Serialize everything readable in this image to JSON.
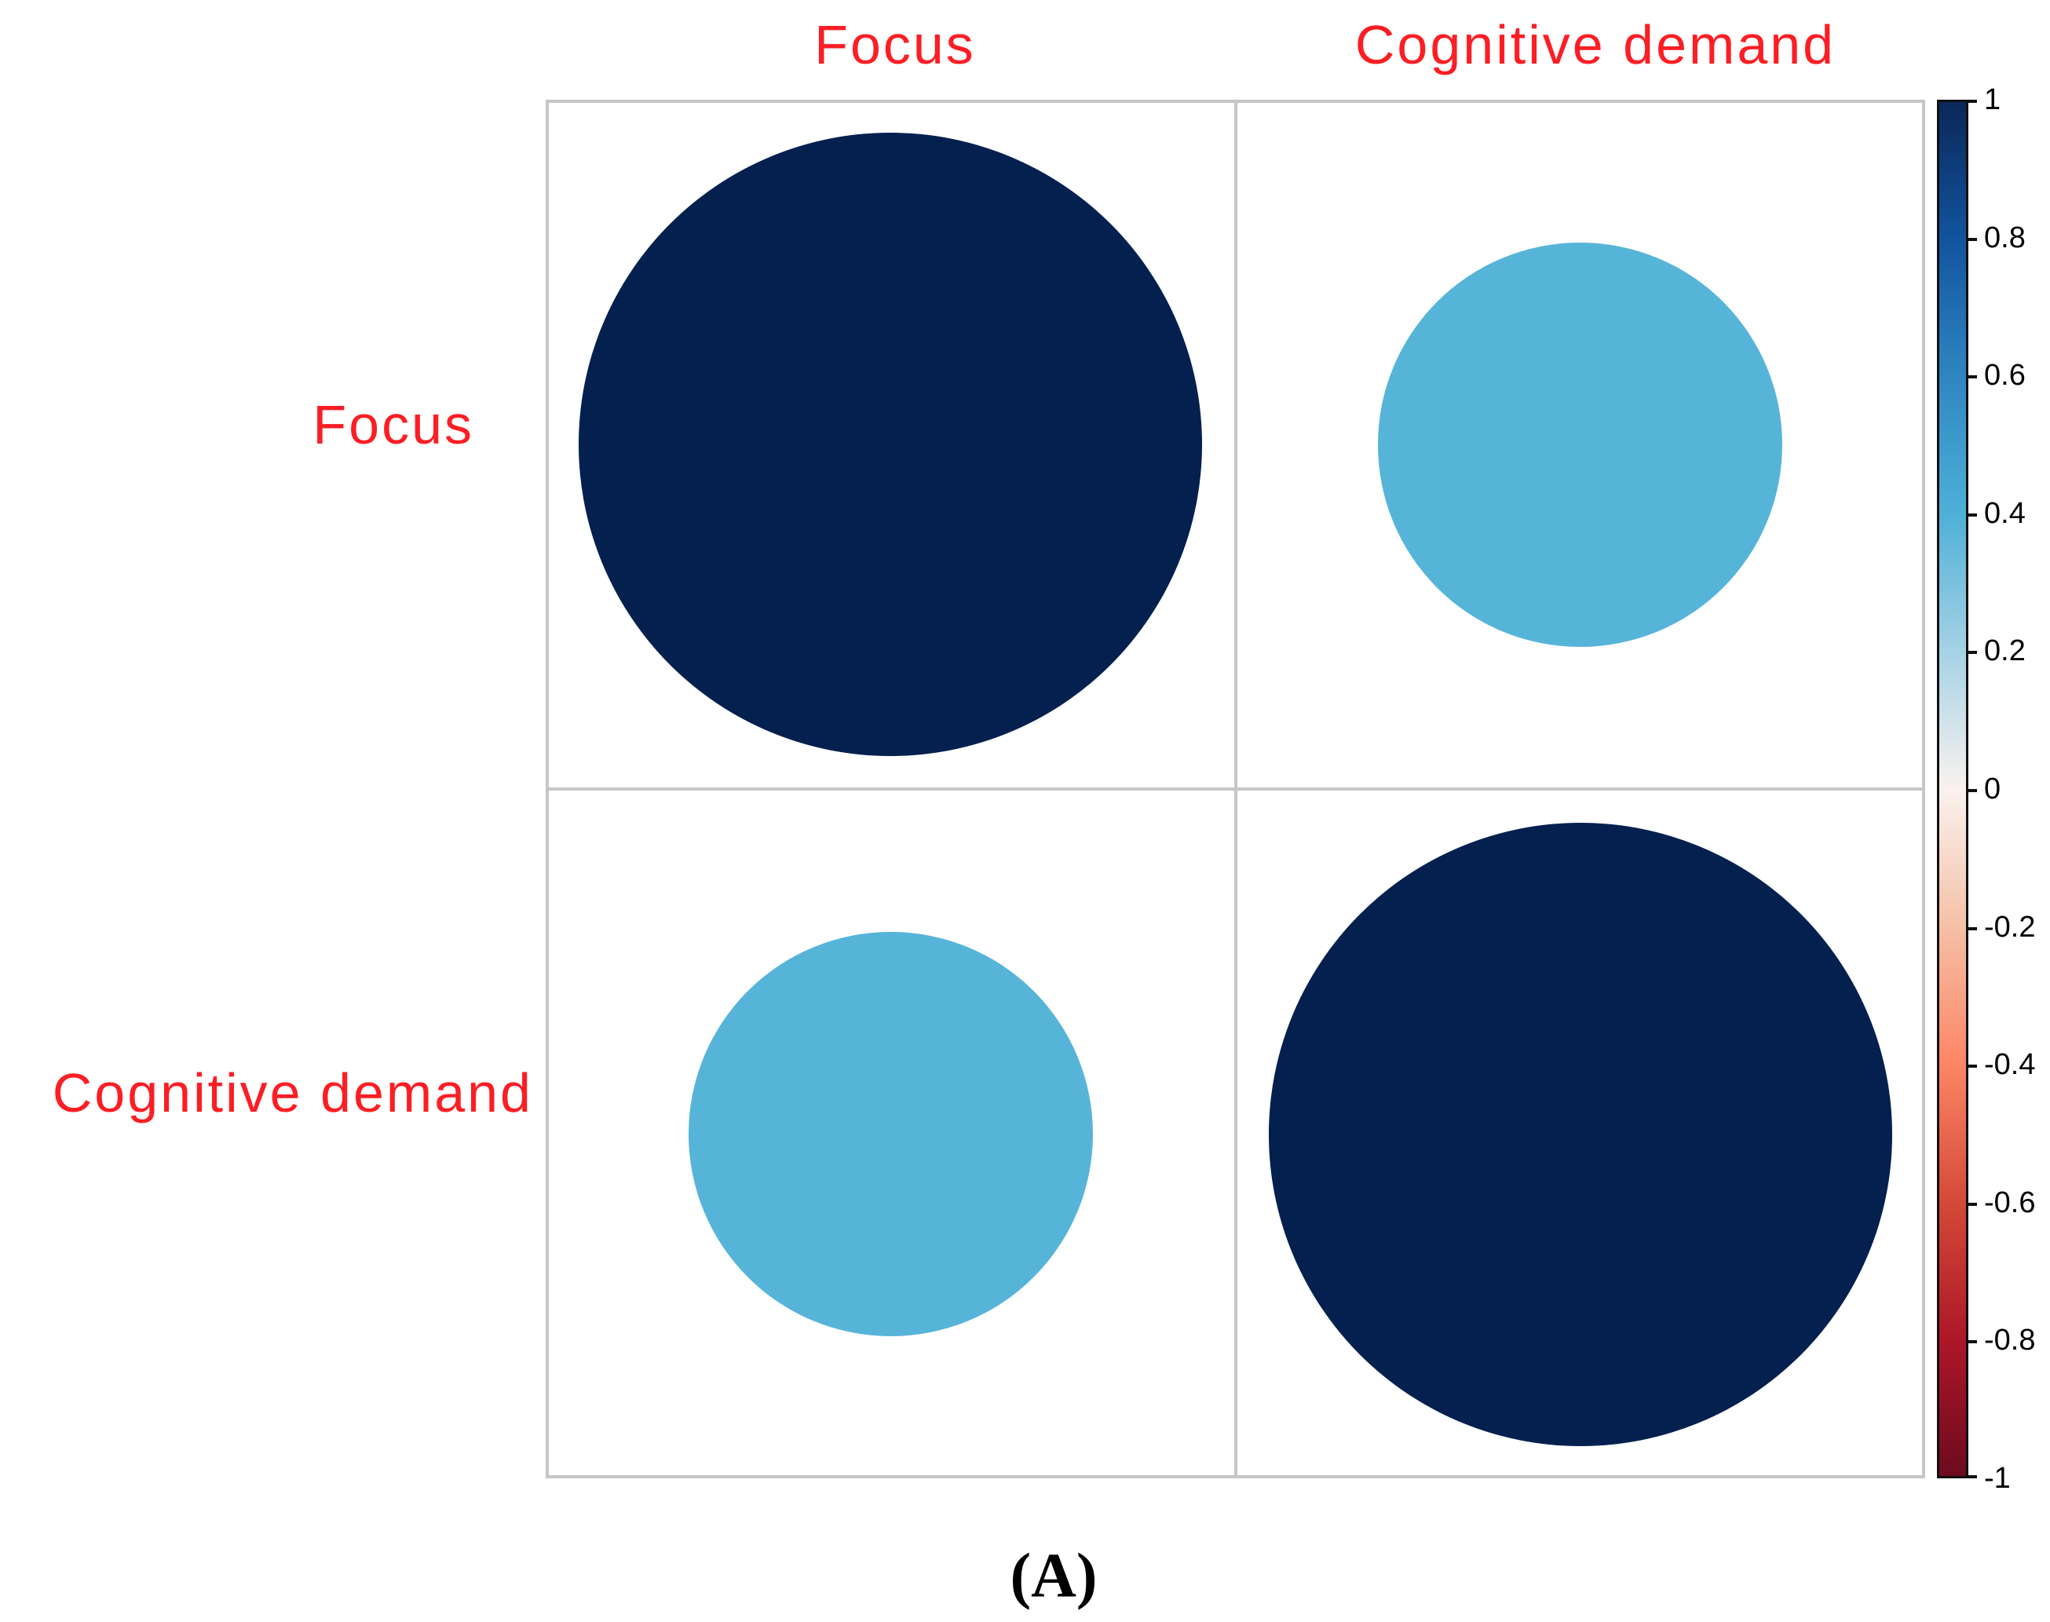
{
  "figure": {
    "panel_label": "(A)",
    "background_color": "#ffffff",
    "label_color": "#fb1e24",
    "grid_color": "#c6c6c6"
  },
  "chart_data": {
    "type": "heatmap",
    "subtype": "correlation-matrix-circles",
    "variables": [
      "Focus",
      "Cognitive demand"
    ],
    "col_labels": [
      "Focus",
      "Cognitive demand"
    ],
    "row_labels": [
      "Focus",
      "Cognitive demand"
    ],
    "matrix": [
      [
        1.0,
        0.42
      ],
      [
        0.42,
        1.0
      ]
    ],
    "circle_colors": [
      [
        "#03204f",
        "#57b4d9"
      ],
      [
        "#57b4d9",
        "#03204f"
      ]
    ],
    "legend_position": "right",
    "colorbar": {
      "min": -1,
      "max": 1,
      "tick_values": [
        1,
        0.8,
        0.6,
        0.4,
        0.2,
        0,
        -0.2,
        -0.4,
        -0.6,
        -0.8,
        -1
      ],
      "tick_labels": [
        "1",
        "0.8",
        "0.6",
        "0.4",
        "0.2",
        "0",
        "-0.2",
        "-0.4",
        "-0.6",
        "-0.8",
        "-1"
      ],
      "gradient_stops": [
        {
          "value": 1.0,
          "color": "#0b2758"
        },
        {
          "value": 0.8,
          "color": "#12549e"
        },
        {
          "value": 0.6,
          "color": "#2f86c1"
        },
        {
          "value": 0.4,
          "color": "#4fb0d7"
        },
        {
          "value": 0.2,
          "color": "#a6d2e5"
        },
        {
          "value": 0.0,
          "color": "#f9f2ee"
        },
        {
          "value": -0.2,
          "color": "#f5c0a7"
        },
        {
          "value": -0.4,
          "color": "#fc8665"
        },
        {
          "value": -0.6,
          "color": "#d44a38"
        },
        {
          "value": -0.8,
          "color": "#ae1728"
        },
        {
          "value": -1.0,
          "color": "#6d0b1f"
        }
      ]
    }
  }
}
